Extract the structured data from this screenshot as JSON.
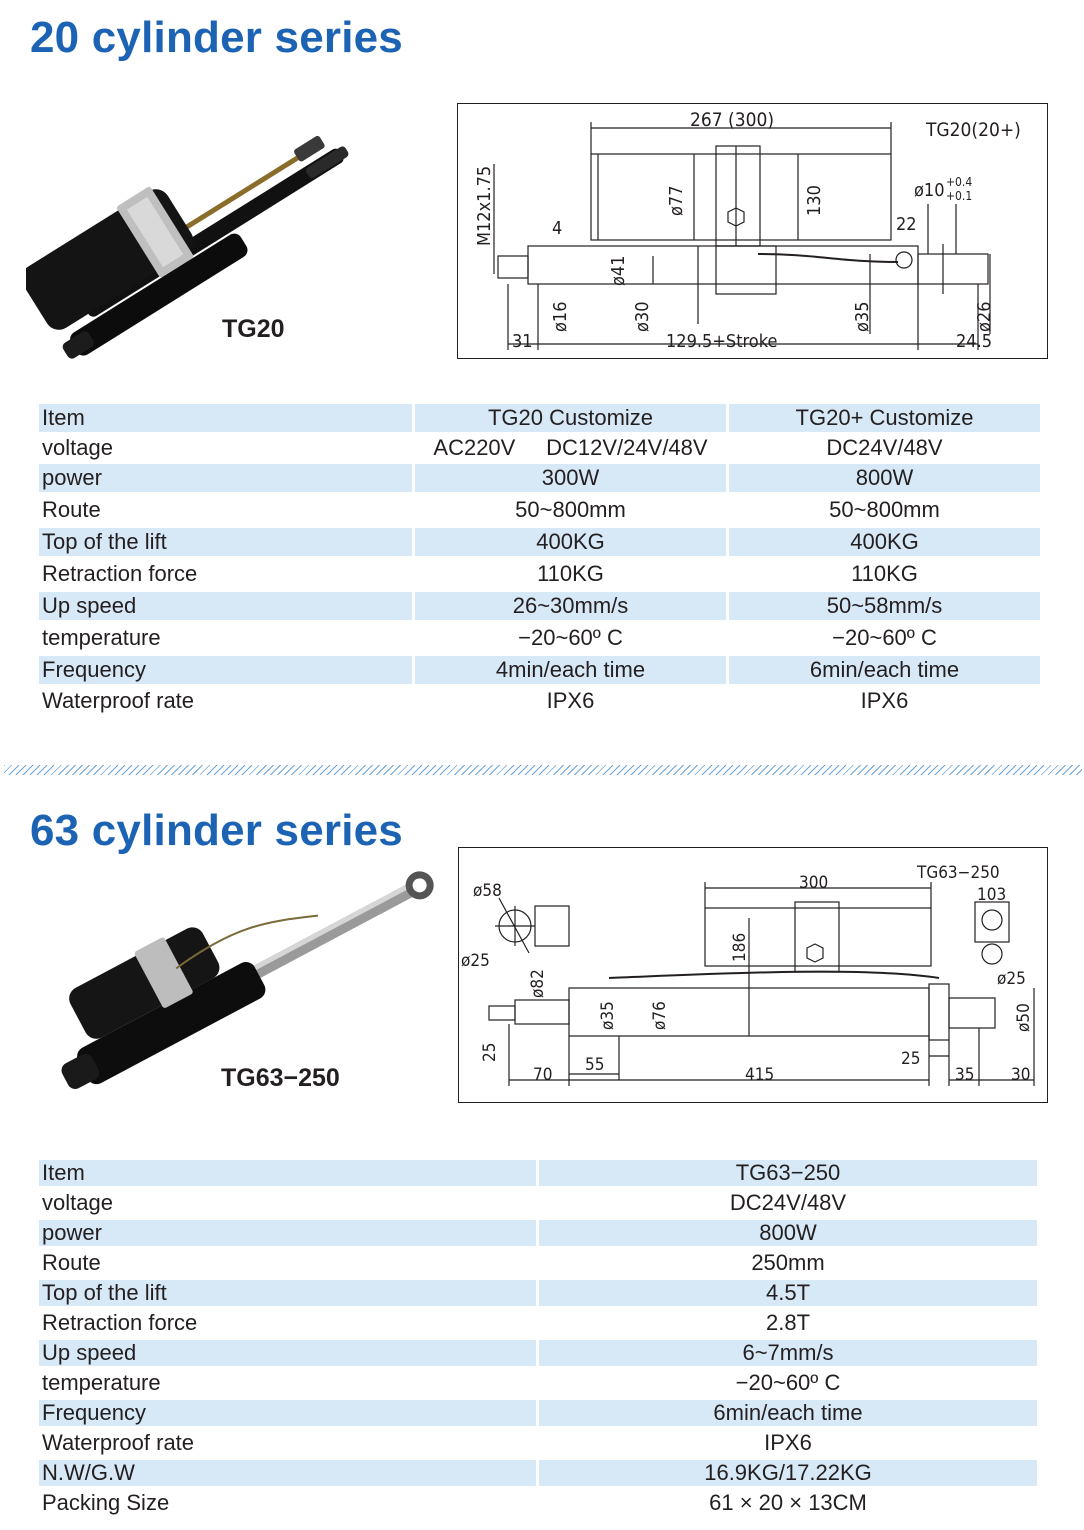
{
  "section1": {
    "heading": "20 cylinder series",
    "model_label": "TG20",
    "drawing": {
      "title": "TG20(20+)",
      "dims": {
        "overall": "267 (300)",
        "thread": "M12x1.75",
        "d77": "ø77",
        "h130": "130",
        "d10": "ø10",
        "tol_upper": "+0.4",
        "tol_lower": "+0.1",
        "d22": "22",
        "d4": "4",
        "d41": "ø41",
        "d16": "ø16",
        "d30": "ø30",
        "d35": "ø35",
        "d26": "ø26",
        "d31": "31",
        "stroke": "129.5+Stroke",
        "d245": "24.5"
      }
    },
    "table": {
      "headers": [
        "Item",
        "TG20  Customize",
        "TG20+ Customize"
      ],
      "rows": [
        {
          "label": "voltage",
          "a1": "AC220V",
          "a2": "DC12V/24V/48V",
          "b": "DC24V/48V"
        },
        {
          "label": "power",
          "a": "300W",
          "b": "800W"
        },
        {
          "label": "Route",
          "a": "50~800mm",
          "b": "50~800mm"
        },
        {
          "label": "Top of the lift",
          "a": "400KG",
          "b": "400KG"
        },
        {
          "label": "Retraction force",
          "a": "110KG",
          "b": "110KG"
        },
        {
          "label": "Up speed",
          "a": "26~30mm/s",
          "b": "50~58mm/s"
        },
        {
          "label": "temperature",
          "a": "−20~60º C",
          "b": "−20~60º C"
        },
        {
          "label": "Frequency",
          "a": "4min/each time",
          "b": "6min/each time"
        },
        {
          "label": "Waterproof rate",
          "a": "IPX6",
          "b": "IPX6"
        }
      ]
    }
  },
  "section2": {
    "heading": "63 cylinder series",
    "model_label": "TG63−250",
    "drawing": {
      "title": "TG63−250",
      "dims": {
        "d58": "ø58",
        "d25a": "ø25",
        "d300": "300",
        "d103": "103",
        "h186": "186",
        "d82": "ø82",
        "d35": "ø35",
        "d76": "ø76",
        "d25b": "ø25",
        "d50": "ø50",
        "h25": "25",
        "d70": "70",
        "d55": "55",
        "d415": "415",
        "d25c": "25",
        "d35b": "35",
        "d30": "30"
      }
    },
    "table": {
      "headers": [
        "Item",
        "TG63−250"
      ],
      "rows": [
        {
          "label": "voltage",
          "v": "DC24V/48V"
        },
        {
          "label": "power",
          "v": "800W"
        },
        {
          "label": "Route",
          "v": "250mm"
        },
        {
          "label": "Top of the lift",
          "v": "4.5T"
        },
        {
          "label": "Retraction force",
          "v": "2.8T"
        },
        {
          "label": "Up speed",
          "v": "6~7mm/s"
        },
        {
          "label": "temperature",
          "v": "−20~60º C"
        },
        {
          "label": "Frequency",
          "v": "6min/each time"
        },
        {
          "label": "Waterproof rate",
          "v": "IPX6"
        },
        {
          "label": "N.W/G.W",
          "v": "16.9KG/17.22KG"
        },
        {
          "label": "Packing Size",
          "v": "61 × 20 × 13CM"
        }
      ]
    }
  }
}
